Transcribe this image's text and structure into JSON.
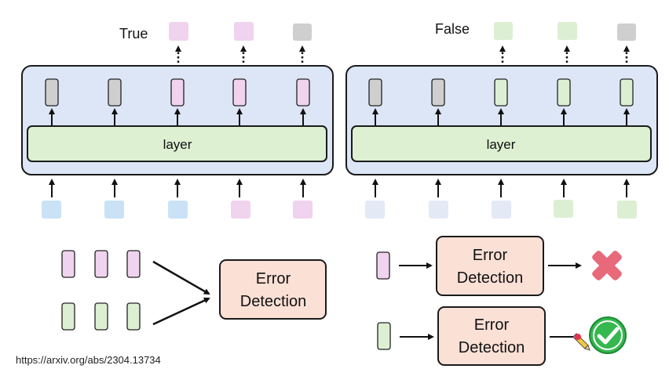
{
  "panels": {
    "true_label": "True",
    "false_label": "False",
    "layer_label": "layer"
  },
  "error_detection": {
    "label_line1": "Error",
    "label_line2": "Detection"
  },
  "source_url": "https://arxiv.org/abs/2304.13734",
  "colors": {
    "panel_fill": "#dde6f7",
    "layer_fill": "#ddf0d2",
    "pink": "#f0d3ee",
    "pink_border": "#c9a2c6",
    "gray": "#cfcfcf",
    "green": "#dcefd2",
    "blue_in": "#c9e2f5",
    "pale_in": "#e4e9f6",
    "error_box_fill": "#fbe0d6",
    "cross": "#e8697a",
    "check": "#35b84e"
  },
  "icons": {
    "cross": "cross-mark-icon",
    "check": "check-mark-icon",
    "pencil": "pencil-icon"
  }
}
